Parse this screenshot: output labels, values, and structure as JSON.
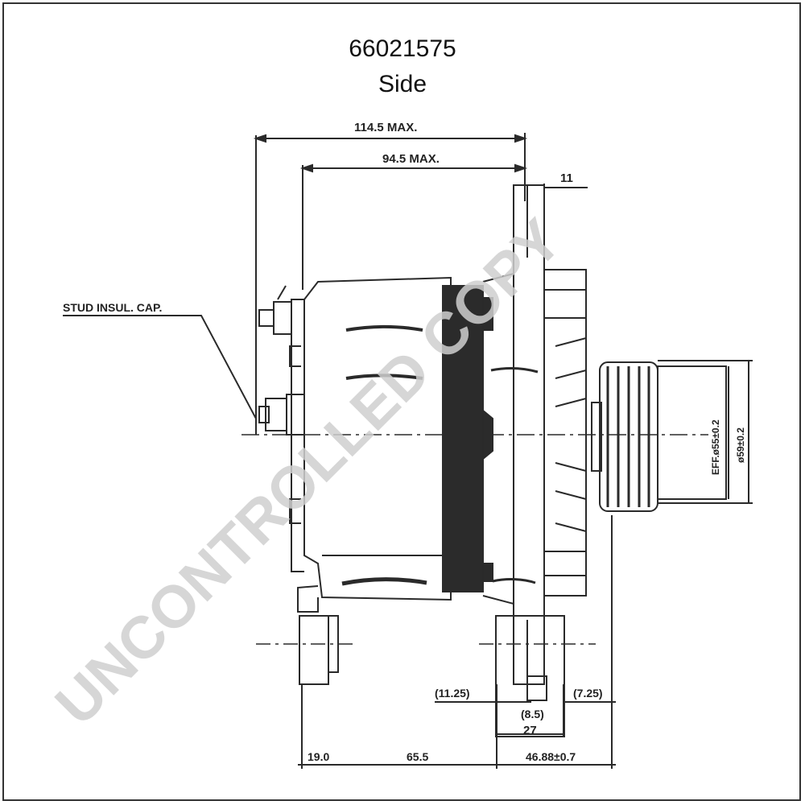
{
  "header": {
    "part_number": "66021575",
    "view": "Side"
  },
  "callouts": {
    "stud_cap": "STUD INSUL. CAP."
  },
  "dimensions": {
    "overall_length": "114.5 MAX.",
    "body_length": "94.5 MAX.",
    "flange_width": "11",
    "pulley_bore": "EFF.ø55±0.2",
    "pulley_od": "ø59±0.2",
    "left_offset": "(11.25)",
    "right_offset": "(7.25)",
    "slot_width": "(8.5)",
    "foot_width": "27",
    "bottom_a": "19.0",
    "bottom_b": "65.5",
    "bottom_c": "46.88±0.7"
  },
  "watermark": {
    "text": "UNCONTROLLED COPY"
  },
  "colors": {
    "line": "#2a2a2a",
    "dark_fill": "#2b2b2b",
    "watermark": "#cfcfcf"
  }
}
